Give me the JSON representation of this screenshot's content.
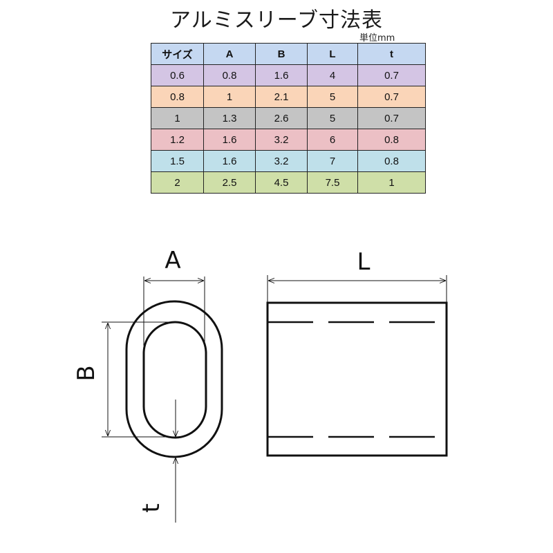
{
  "title": "アルミスリーブ寸法表",
  "unit": "単位mm",
  "table": {
    "headers": [
      "サイズ",
      "A",
      "B",
      "L",
      "t"
    ],
    "rows": [
      {
        "cells": [
          "0.6",
          "0.8",
          "1.6",
          "4",
          "0.7"
        ],
        "color": "#d4c5e4"
      },
      {
        "cells": [
          "0.8",
          "1",
          "2.1",
          "5",
          "0.7"
        ],
        "color": "#fad5b8"
      },
      {
        "cells": [
          "1",
          "1.3",
          "2.6",
          "5",
          "0.7"
        ],
        "color": "#c4c4c4"
      },
      {
        "cells": [
          "1.2",
          "1.6",
          "3.2",
          "6",
          "0.8"
        ],
        "color": "#ecc0c5"
      },
      {
        "cells": [
          "1.5",
          "1.6",
          "3.2",
          "7",
          "0.8"
        ],
        "color": "#bfe0ea"
      },
      {
        "cells": [
          "2",
          "2.5",
          "4.5",
          "7.5",
          "1"
        ],
        "color": "#cfdfa8"
      }
    ]
  },
  "diagram": {
    "label_a": "A",
    "label_b": "B",
    "label_l": "L",
    "label_t": "t"
  }
}
